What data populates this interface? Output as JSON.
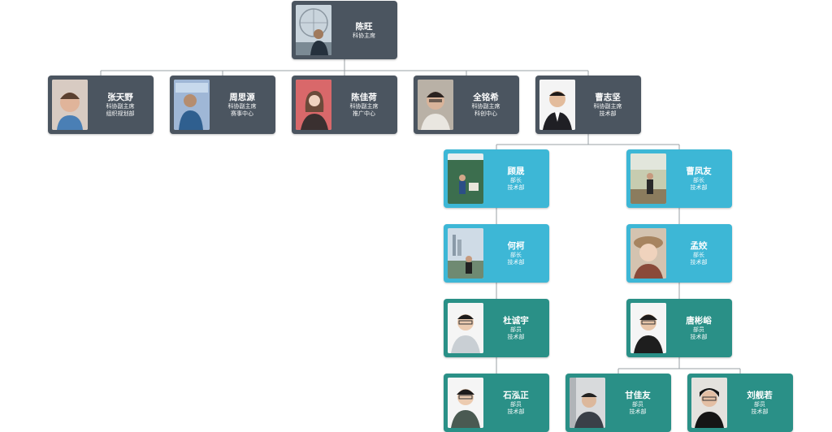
{
  "org": {
    "root": {
      "name": "陈旺",
      "role": "科协主席",
      "dept": ""
    },
    "vice_chairs": [
      {
        "name": "张天野",
        "role": "科协副主席",
        "dept": "组织规划部"
      },
      {
        "name": "周思源",
        "role": "科协副主席",
        "dept": "赛事中心"
      },
      {
        "name": "陈佳荷",
        "role": "科协副主席",
        "dept": "推广中心"
      },
      {
        "name": "全铭希",
        "role": "科协副主席",
        "dept": "科创中心"
      },
      {
        "name": "曹志坚",
        "role": "科协副主席",
        "dept": "技术部"
      }
    ],
    "tech_left": [
      {
        "name": "顾晟",
        "role": "部长",
        "dept": "技术部"
      },
      {
        "name": "何柯",
        "role": "部长",
        "dept": "技术部"
      },
      {
        "name": "杜诚宇",
        "role": "部员",
        "dept": "技术部"
      },
      {
        "name": "石泓正",
        "role": "部员",
        "dept": "技术部"
      }
    ],
    "tech_right": [
      {
        "name": "曹凤友",
        "role": "部长",
        "dept": "技术部"
      },
      {
        "name": "孟姣",
        "role": "部长",
        "dept": "技术部"
      },
      {
        "name": "唐彬峪",
        "role": "部员",
        "dept": "技术部"
      }
    ],
    "tech_right_sub": [
      {
        "name": "甘佳友",
        "role": "部员",
        "dept": "技术部"
      },
      {
        "name": "刘舰若",
        "role": "部员",
        "dept": "技术部"
      }
    ]
  },
  "colors": {
    "dark_card": "#4b5560",
    "light_card": "#3db7d6",
    "teal_card": "#2a9087",
    "connector": "#9aa0a6"
  }
}
